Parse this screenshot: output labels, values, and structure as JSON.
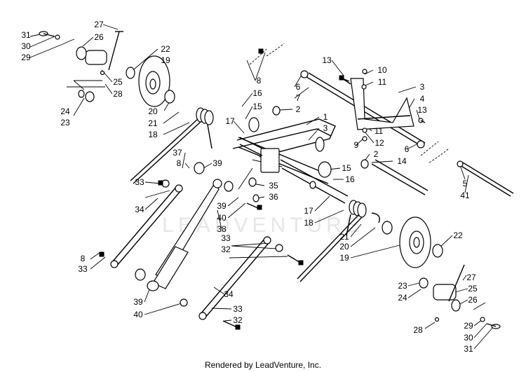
{
  "footer": "Rendered by LeadVenture, Inc.",
  "watermark": "LEADVENTURE",
  "callouts": [
    {
      "id": "c31a",
      "text": "31"
    },
    {
      "id": "c30a",
      "text": "30"
    },
    {
      "id": "c29a",
      "text": "29"
    },
    {
      "id": "c27a",
      "text": "27"
    },
    {
      "id": "c26a",
      "text": "26"
    },
    {
      "id": "c22a",
      "text": "22"
    },
    {
      "id": "c19a",
      "text": "19"
    },
    {
      "id": "c25a",
      "text": "25"
    },
    {
      "id": "c28a",
      "text": "28"
    },
    {
      "id": "c24a",
      "text": "24"
    },
    {
      "id": "c23a",
      "text": "23"
    },
    {
      "id": "c20a",
      "text": "20"
    },
    {
      "id": "c21a",
      "text": "21"
    },
    {
      "id": "c18a",
      "text": "18"
    },
    {
      "id": "c8a",
      "text": "8"
    },
    {
      "id": "c16a",
      "text": "16"
    },
    {
      "id": "c15a",
      "text": "15"
    },
    {
      "id": "c6a",
      "text": "6"
    },
    {
      "id": "c7",
      "text": "7"
    },
    {
      "id": "c2a",
      "text": "2"
    },
    {
      "id": "c13a",
      "text": "13"
    },
    {
      "id": "c10",
      "text": "10"
    },
    {
      "id": "c11a",
      "text": "11"
    },
    {
      "id": "c3a",
      "text": "3"
    },
    {
      "id": "c4",
      "text": "4"
    },
    {
      "id": "c13b",
      "text": "13"
    },
    {
      "id": "c1",
      "text": "1"
    },
    {
      "id": "c3b",
      "text": "3"
    },
    {
      "id": "c17a",
      "text": "17"
    },
    {
      "id": "c11b",
      "text": "11"
    },
    {
      "id": "c9",
      "text": "9"
    },
    {
      "id": "c12",
      "text": "12"
    },
    {
      "id": "c6b",
      "text": "6"
    },
    {
      "id": "c37",
      "text": "37"
    },
    {
      "id": "c8b",
      "text": "8"
    },
    {
      "id": "c39a",
      "text": "39"
    },
    {
      "id": "c15b",
      "text": "15"
    },
    {
      "id": "c2b",
      "text": "2"
    },
    {
      "id": "c14",
      "text": "14"
    },
    {
      "id": "c16b",
      "text": "16"
    },
    {
      "id": "c33a",
      "text": "33"
    },
    {
      "id": "c35",
      "text": "35"
    },
    {
      "id": "c36",
      "text": "36"
    },
    {
      "id": "c5",
      "text": "5"
    },
    {
      "id": "c41",
      "text": "41"
    },
    {
      "id": "c34a",
      "text": "34"
    },
    {
      "id": "c39b",
      "text": "39"
    },
    {
      "id": "c40a",
      "text": "40"
    },
    {
      "id": "c38",
      "text": "38"
    },
    {
      "id": "c17b",
      "text": "17"
    },
    {
      "id": "c18b",
      "text": "18"
    },
    {
      "id": "c21b",
      "text": "21"
    },
    {
      "id": "c20b",
      "text": "20"
    },
    {
      "id": "c19b",
      "text": "19"
    },
    {
      "id": "c22b",
      "text": "22"
    },
    {
      "id": "c33b",
      "text": "33"
    },
    {
      "id": "c32a",
      "text": "32"
    },
    {
      "id": "c8c",
      "text": "8"
    },
    {
      "id": "c33c",
      "text": "33"
    },
    {
      "id": "c27b",
      "text": "27"
    },
    {
      "id": "c23b",
      "text": "23"
    },
    {
      "id": "c25b",
      "text": "25"
    },
    {
      "id": "c24b",
      "text": "24"
    },
    {
      "id": "c26b",
      "text": "26"
    },
    {
      "id": "c34b",
      "text": "34"
    },
    {
      "id": "c39c",
      "text": "39"
    },
    {
      "id": "c40b",
      "text": "40"
    },
    {
      "id": "c33d",
      "text": "33"
    },
    {
      "id": "c32b",
      "text": "32"
    },
    {
      "id": "c28b",
      "text": "28"
    },
    {
      "id": "c29b",
      "text": "29"
    },
    {
      "id": "c30b",
      "text": "30"
    },
    {
      "id": "c31b",
      "text": "31"
    }
  ]
}
